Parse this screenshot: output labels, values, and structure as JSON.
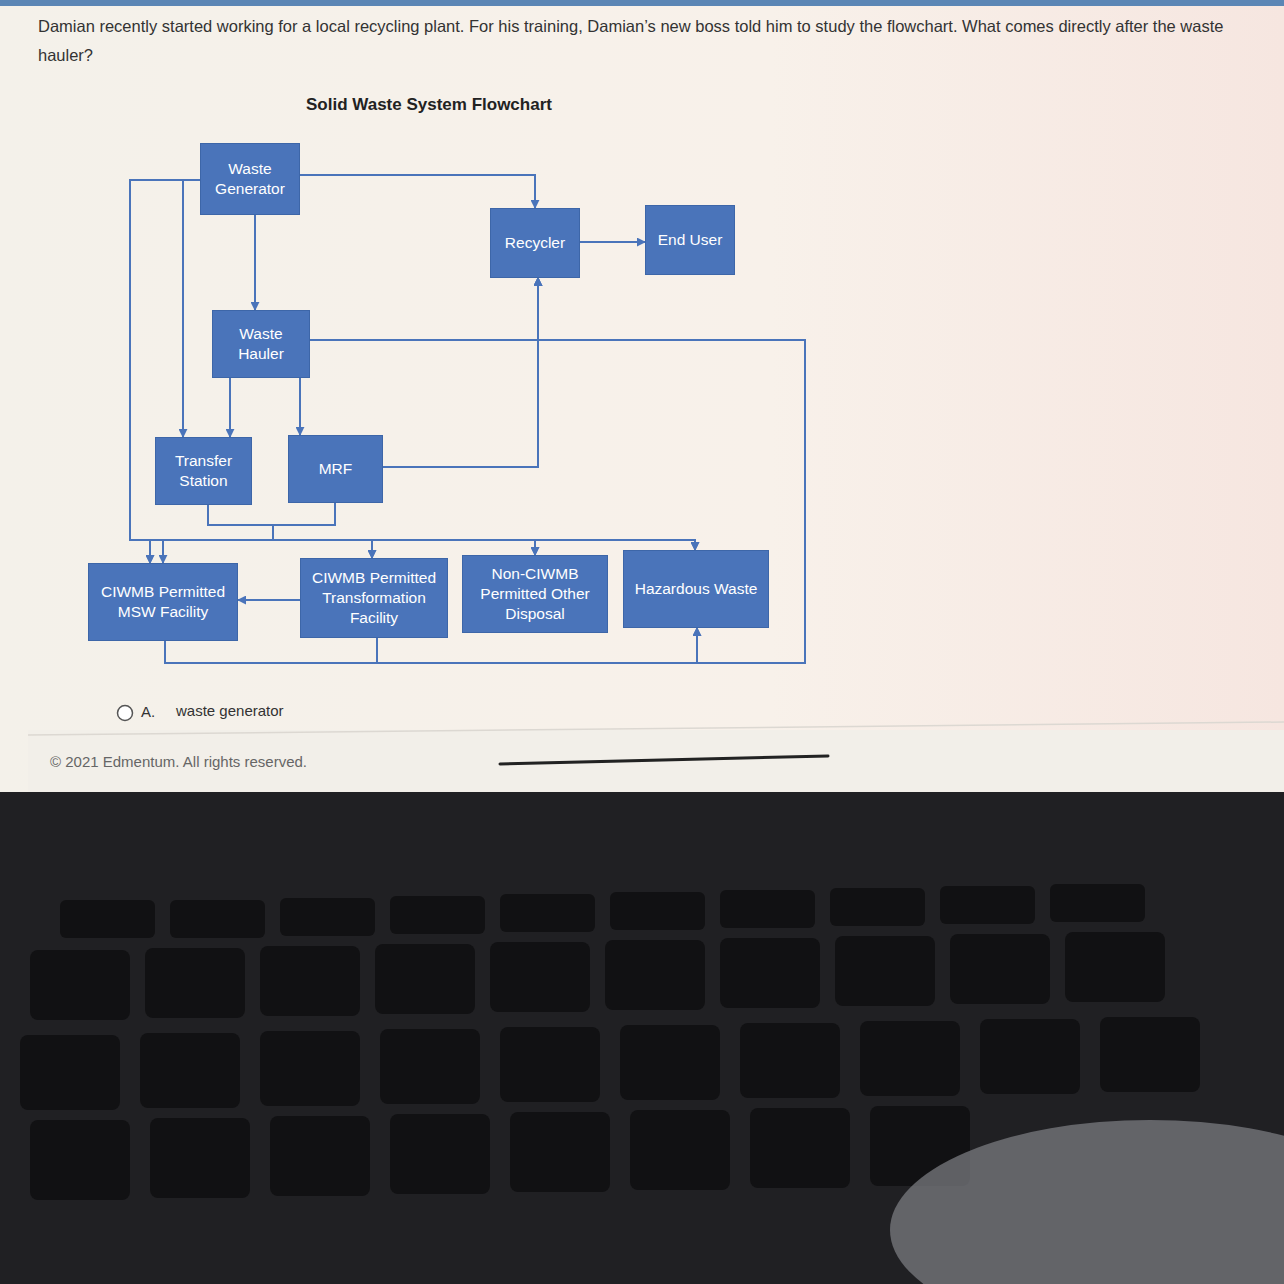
{
  "diagram": {
    "title": "Solid Waste System Flowchart",
    "nodes": [
      {
        "text": [
          "Waste Generator"
        ]
      },
      {
        "text": [
          "Recycler"
        ]
      },
      {
        "text": [
          "End User"
        ]
      },
      {
        "text": [
          "Waste Hauler"
        ]
      },
      {
        "text": [
          "Transfer Station"
        ]
      },
      {
        "text": [
          "MRF"
        ]
      },
      {
        "text": [
          "CIWMB Permitted MSW Facility"
        ]
      },
      {
        "text": [
          "CIWMB Permitted Transformation Facility"
        ]
      },
      {
        "text": [
          "Non-CIWMB Permitted Other Disposal"
        ]
      },
      {
        "text": [
          "Hazardous Waste"
        ]
      }
    ],
    "edges": [
      {
        "from": 0,
        "to": 1,
        "arrow": "to"
      },
      {
        "from": 0,
        "to": 3,
        "arrow": "to"
      },
      {
        "from": 0,
        "to": 4,
        "arrow": "to"
      },
      {
        "from": 0,
        "to": 6,
        "arrow": "to"
      },
      {
        "from": 1,
        "to": 2,
        "arrow": "to"
      },
      {
        "from": 3,
        "to": 1,
        "arrow": "to"
      },
      {
        "from": 3,
        "to": 4,
        "arrow": "to"
      },
      {
        "from": 3,
        "to": 5,
        "arrow": "to"
      },
      {
        "from": 5,
        "to": 1,
        "arrow": "to"
      },
      {
        "from": 4,
        "to": 6,
        "arrow": "to"
      },
      {
        "from": 4,
        "to": 7,
        "arrow": "to"
      },
      {
        "from": 4,
        "to": 8,
        "arrow": "to"
      },
      {
        "from": 4,
        "to": 9,
        "arrow": "to"
      },
      {
        "from": 5,
        "to": 6,
        "arrow": "to"
      },
      {
        "from": 5,
        "to": 7,
        "arrow": "to"
      },
      {
        "from": 5,
        "to": 8,
        "arrow": "to"
      },
      {
        "from": 5,
        "to": 9,
        "arrow": "to"
      },
      {
        "from": 7,
        "to": 6,
        "arrow": "to"
      },
      {
        "from": 6,
        "to": 9,
        "arrow": "to"
      },
      {
        "from": 6,
        "to": 1,
        "arrow": "to"
      },
      {
        "from": 7,
        "to": 9,
        "arrow": "to"
      },
      {
        "from": 7,
        "to": 1,
        "arrow": "to"
      }
    ],
    "labels": [
      "Damian recently started working for a local recycling plant. For his training, Damian’s new boss told him to study the flowchart. What comes directly after the waste hauler?",
      "A.",
      "waste generator",
      "© 2021 Edmentum. All rights reserved."
    ]
  }
}
